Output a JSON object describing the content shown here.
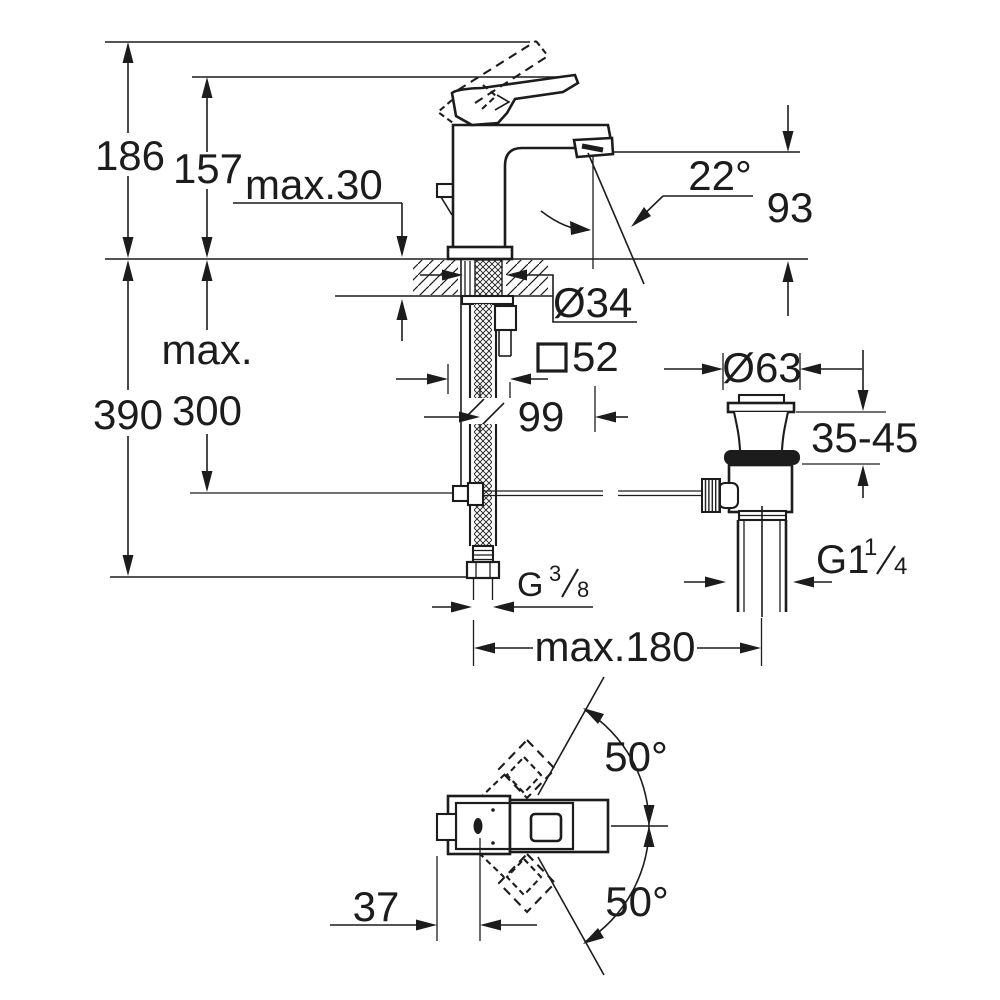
{
  "style": {
    "ink": "#1c1c1c",
    "background": "#ffffff"
  },
  "side_view": {
    "overall_height": "186",
    "height_to_handle": "157",
    "max_deck_thickness": "max.30",
    "stream_angle": "22°",
    "spout_height": "93",
    "hole_diameter": "Ø34",
    "base_square_size": "52",
    "spout_reach": "99",
    "hose_drop_word": "max.",
    "hose_drop_value": "300",
    "overall_drop": "390",
    "supply_thread": {
      "prefix": "G",
      "numerator": "3",
      "denominator": "8"
    },
    "rod_reach": "max.180"
  },
  "waste_assembly": {
    "flange_diameter": "Ø63",
    "deck_range": "35-45",
    "thread": {
      "prefix": "G1",
      "numerator": "1",
      "denominator": "4"
    }
  },
  "top_view": {
    "handle_swing_up": "50°",
    "handle_swing_down": "50°",
    "outlet_offset": "37"
  }
}
